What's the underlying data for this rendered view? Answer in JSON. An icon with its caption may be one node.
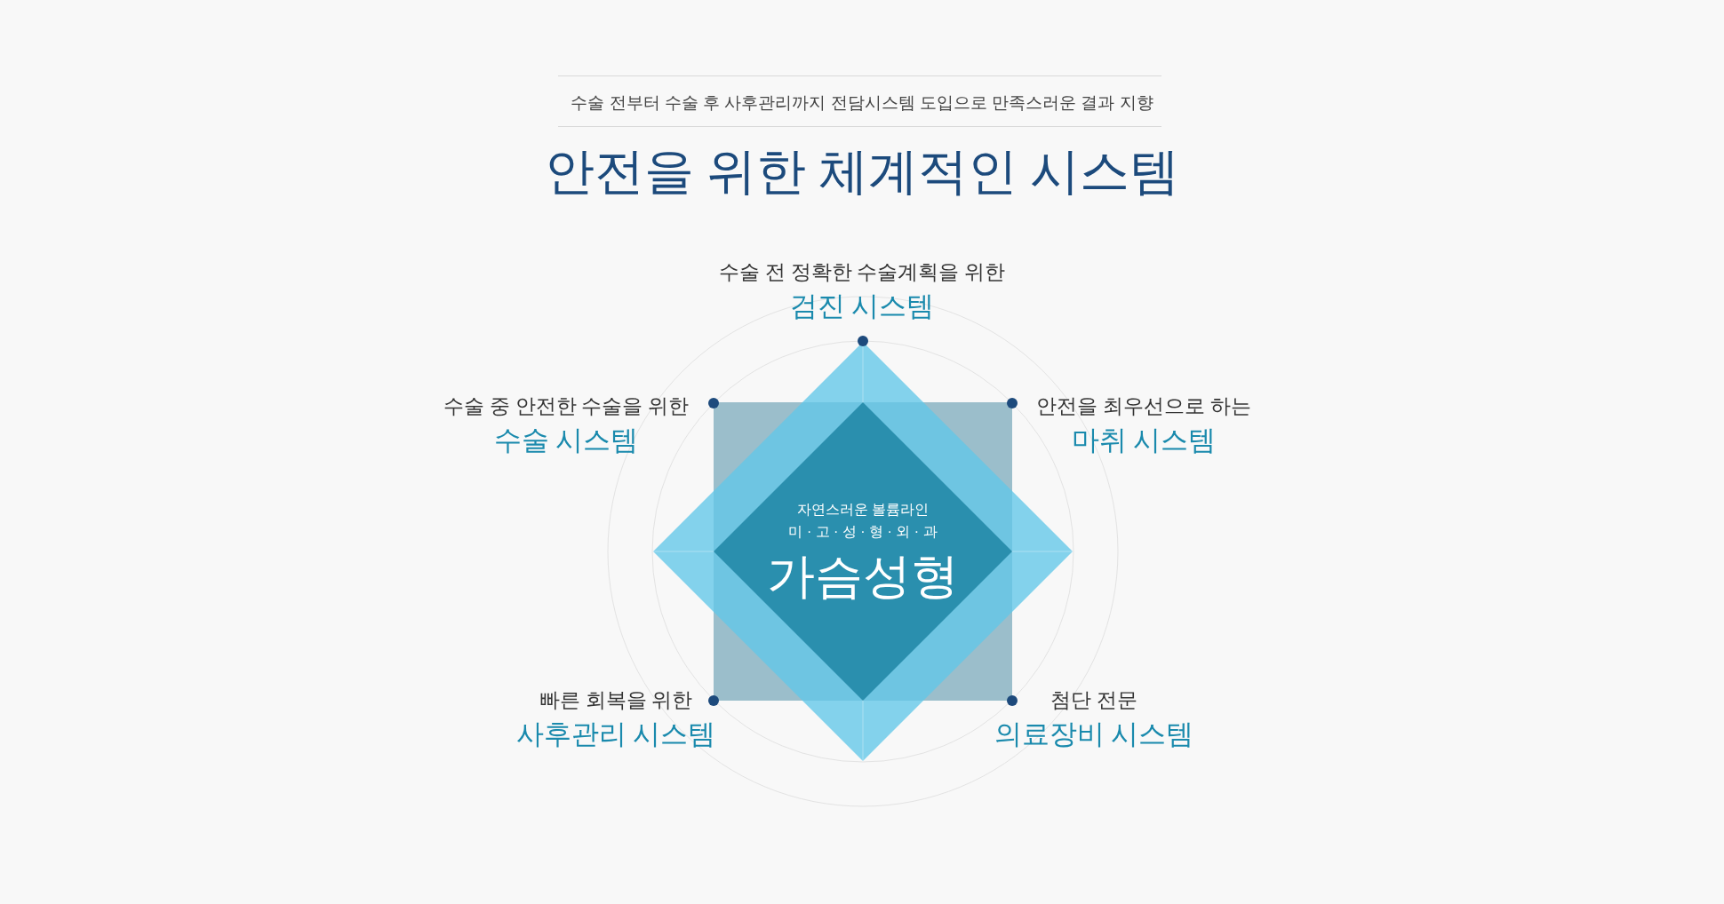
{
  "diagram": {
    "title": "안전을 위한 체계적인 시스템",
    "nodes": [
      {
        "text": [
          "수술 전 정확한 수술계획을 위한",
          "검진 시스템"
        ]
      },
      {
        "text": [
          "수술 중 안전한 수술을 위한",
          "수술 시스템"
        ]
      },
      {
        "text": [
          "안전을 최우선으로 하는",
          "마취 시스템"
        ]
      },
      {
        "text": [
          "자연스러운 볼륨라인",
          "미 · 고 · 성 · 형 · 외 · 과",
          "가슴성형"
        ]
      },
      {
        "text": [
          "빠른 회복을 위한",
          "사후관리 시스템"
        ]
      },
      {
        "text": [
          "첨단 전문",
          "의료장비 시스템"
        ]
      }
    ],
    "labels": [
      "수술 전부터 수술 후 사후관리까지 전담시스템 도입으로 만족스러운 결과 지향"
    ]
  }
}
